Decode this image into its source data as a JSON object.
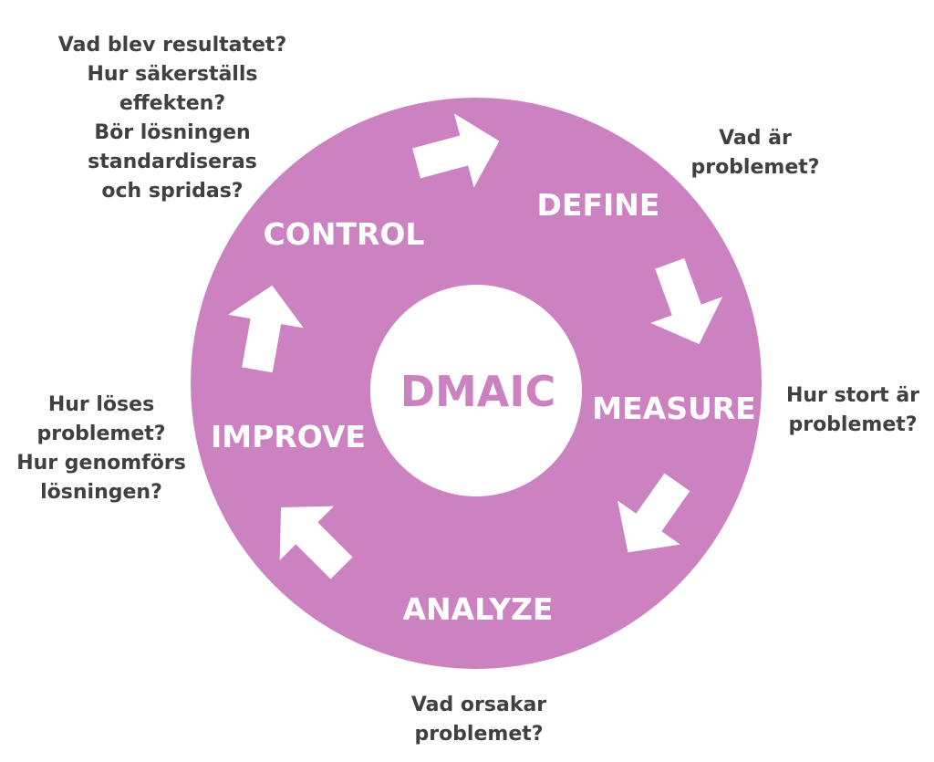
{
  "diagram": {
    "center_label": "DMAIC",
    "colors": {
      "ring": "#cc82c0",
      "center_fill": "#ffffff",
      "center_text": "#cc82c0",
      "stage_text": "#ffffff",
      "arrow": "#ffffff",
      "question_text": "#404040"
    },
    "stages": [
      {
        "label": "DEFINE",
        "questions": [
          "Vad är",
          "problemet?"
        ]
      },
      {
        "label": "MEASURE",
        "questions": [
          "Hur stort är",
          "problemet?"
        ]
      },
      {
        "label": "ANALYZE",
        "questions": [
          "Vad orsakar",
          "problemet?"
        ]
      },
      {
        "label": "IMPROVE",
        "questions": [
          "Hur löses",
          "problemet?",
          "Hur genomförs",
          "lösningen?"
        ]
      },
      {
        "label": "CONTROL",
        "questions": [
          "Vad blev resultatet?",
          "Hur säkerställs",
          "effekten?",
          "Bör lösningen",
          "standardiseras",
          "och spridas?"
        ]
      }
    ],
    "arrows": [
      {
        "name": "arrow-control-to-define-icon"
      },
      {
        "name": "arrow-define-to-measure-icon"
      },
      {
        "name": "arrow-measure-to-analyze-icon"
      },
      {
        "name": "arrow-analyze-to-improve-icon"
      },
      {
        "name": "arrow-improve-to-control-icon"
      }
    ]
  }
}
